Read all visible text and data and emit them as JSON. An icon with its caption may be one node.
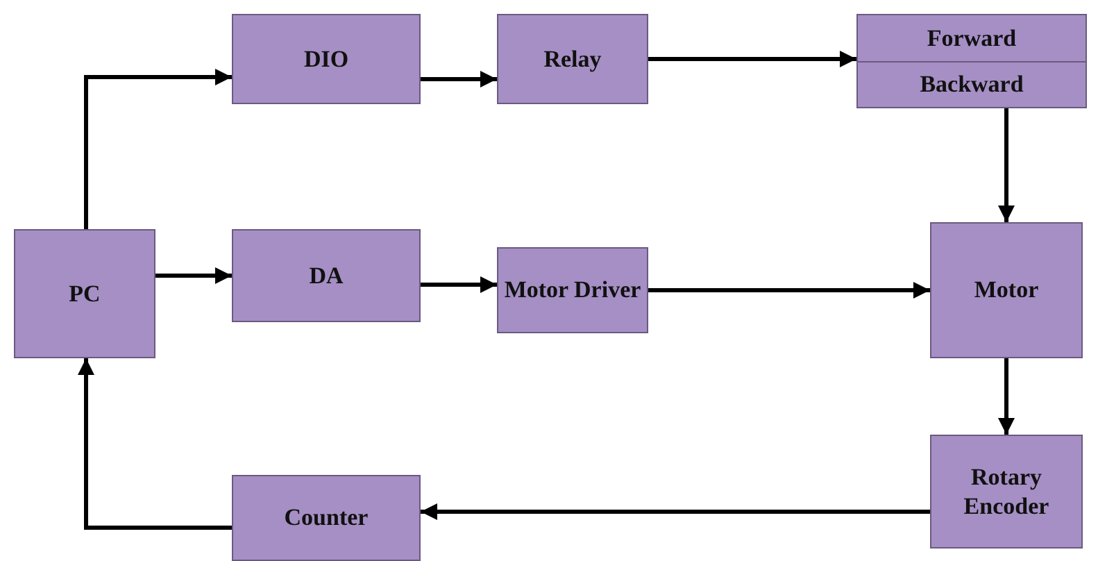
{
  "diagram": {
    "nodes": [
      {
        "text": [
          "PC"
        ]
      },
      {
        "text": [
          "DIO"
        ]
      },
      {
        "text": [
          "Relay"
        ]
      },
      {
        "text": [
          "Forward",
          "Backward"
        ]
      },
      {
        "text": [
          "DA"
        ]
      },
      {
        "text": [
          "Motor Driver"
        ]
      },
      {
        "text": [
          "Motor"
        ]
      },
      {
        "text": [
          "Rotary Encoder"
        ]
      },
      {
        "text": [
          "Counter"
        ]
      }
    ],
    "edges": [
      {
        "from": 0,
        "to": 1,
        "arrow": "to"
      },
      {
        "from": 0,
        "to": 4,
        "arrow": "to"
      },
      {
        "from": 1,
        "to": 2,
        "arrow": "to"
      },
      {
        "from": 2,
        "to": 3,
        "arrow": "to"
      },
      {
        "from": 3,
        "to": 6,
        "arrow": "to"
      },
      {
        "from": 4,
        "to": 5,
        "arrow": "to"
      },
      {
        "from": 5,
        "to": 6,
        "arrow": "to"
      },
      {
        "from": 6,
        "to": 7,
        "arrow": "to"
      },
      {
        "from": 7,
        "to": 8,
        "arrow": "to"
      },
      {
        "from": 8,
        "to": 0,
        "arrow": "to"
      }
    ]
  }
}
